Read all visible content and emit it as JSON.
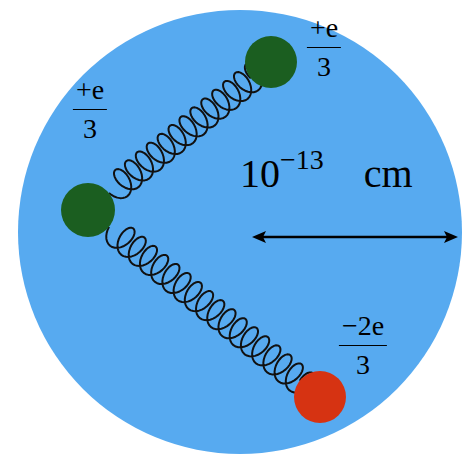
{
  "diagram": {
    "nodes": [
      {
        "text": [
          "10−13 cm"
        ]
      },
      {
        "text": [
          "+e",
          "3"
        ],
        "in": 0
      },
      {
        "text": [
          "+e",
          "3"
        ],
        "in": 0
      },
      {
        "text": [
          "−2e",
          "3"
        ],
        "in": 0
      }
    ],
    "edges": [
      {
        "from": 2,
        "to": 1,
        "arrow": "none"
      },
      {
        "from": 2,
        "to": 3,
        "arrow": "none"
      }
    ]
  }
}
